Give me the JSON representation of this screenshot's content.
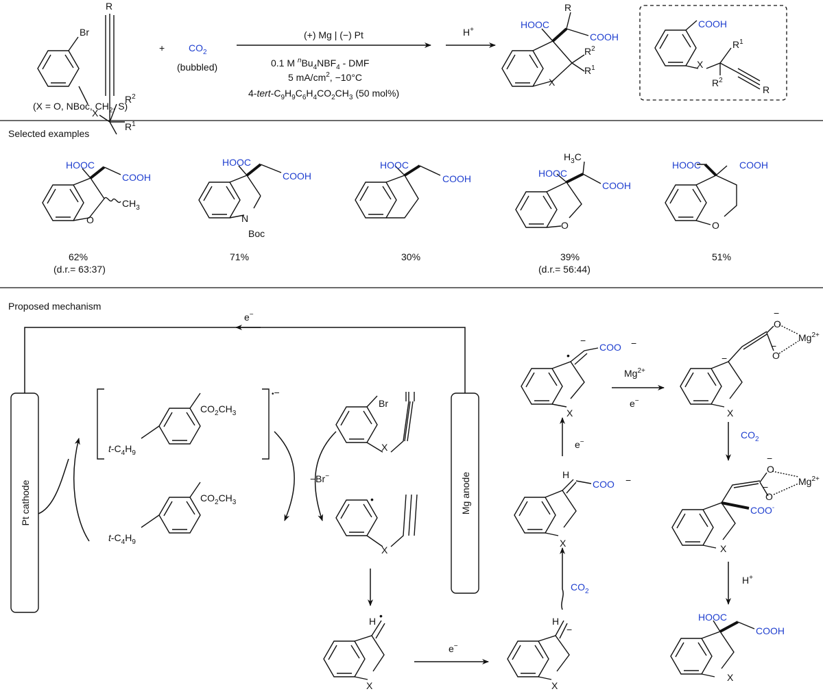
{
  "top": {
    "x_def": "(X = O, NBoc, CH",
    "x_def_sub": "2",
    "x_def_tail": ", S)",
    "plus": "+",
    "co2": "CO",
    "co2_sub": "2",
    "bubbled": "(bubbled)",
    "cond1": "(+) Mg | (−) Pt",
    "cond2_a": "0.1 M ",
    "cond2_n": "n",
    "cond2_b": "Bu",
    "cond2_4": "4",
    "cond2_c": "NBF",
    "cond2_d": "4",
    "cond2_e": " - DMF",
    "cond3_a": "5 mA/cm",
    "cond3_sup": "2",
    "cond3_b": ", −10°C",
    "cond4_a": "4-",
    "cond4_it": "tert",
    "cond4_b": "-C",
    "cond4_9": "9",
    "cond4_c": "H",
    "cond4_d": "9",
    "cond4_e": "C",
    "cond4_f": "6",
    "cond4_g": "H",
    "cond4_h": "4",
    "cond4_i": "CO",
    "cond4_j": "2",
    "cond4_k": "CH",
    "cond4_l": "3",
    "cond4_m": " (50 mol%)",
    "hplus": "H",
    "hplus_sup": "+"
  },
  "examples": {
    "heading": "Selected examples",
    "items": [
      {
        "yield": "62%",
        "dr": "(d.r.= 63:37)"
      },
      {
        "yield": "71%",
        "dr": ""
      },
      {
        "yield": "30%",
        "dr": ""
      },
      {
        "yield": "39%",
        "dr": "(d.r.= 56:44)"
      },
      {
        "yield": "51%",
        "dr": ""
      }
    ]
  },
  "mechanism": {
    "heading": "Proposed mechanism",
    "electron": "e",
    "minus": "−",
    "cathode": "Pt cathode",
    "anode": "Mg anode",
    "mg": "Mg",
    "mg_sup": "2+",
    "bromide": "−Br",
    "bromide_sup": "−"
  },
  "atoms": {
    "hooc": "HOOC",
    "cooh": "COOH",
    "coo": "COO",
    "co2ch3": "CO",
    "co2ch3_sub": "2",
    "co2ch3_tail": "CH",
    "co2ch3_3": "3",
    "ch3": "CH",
    "ch3_sub": "3",
    "h3c": "H",
    "h3c_sub": "3",
    "h3c_tail": "C",
    "br": "Br",
    "x": "X",
    "o": "O",
    "n": "N",
    "boc": "Boc",
    "r": "R",
    "r1": "R",
    "r1_sup": "1",
    "r2": "R",
    "r2_sup": "2",
    "h": "H",
    "tc4h9_a": "t",
    "tc4h9_b": "-C",
    "tc4h9_4": "4",
    "tc4h9_c": "H",
    "tc4h9_9": "9",
    "coo_minus_sup": "-"
  }
}
